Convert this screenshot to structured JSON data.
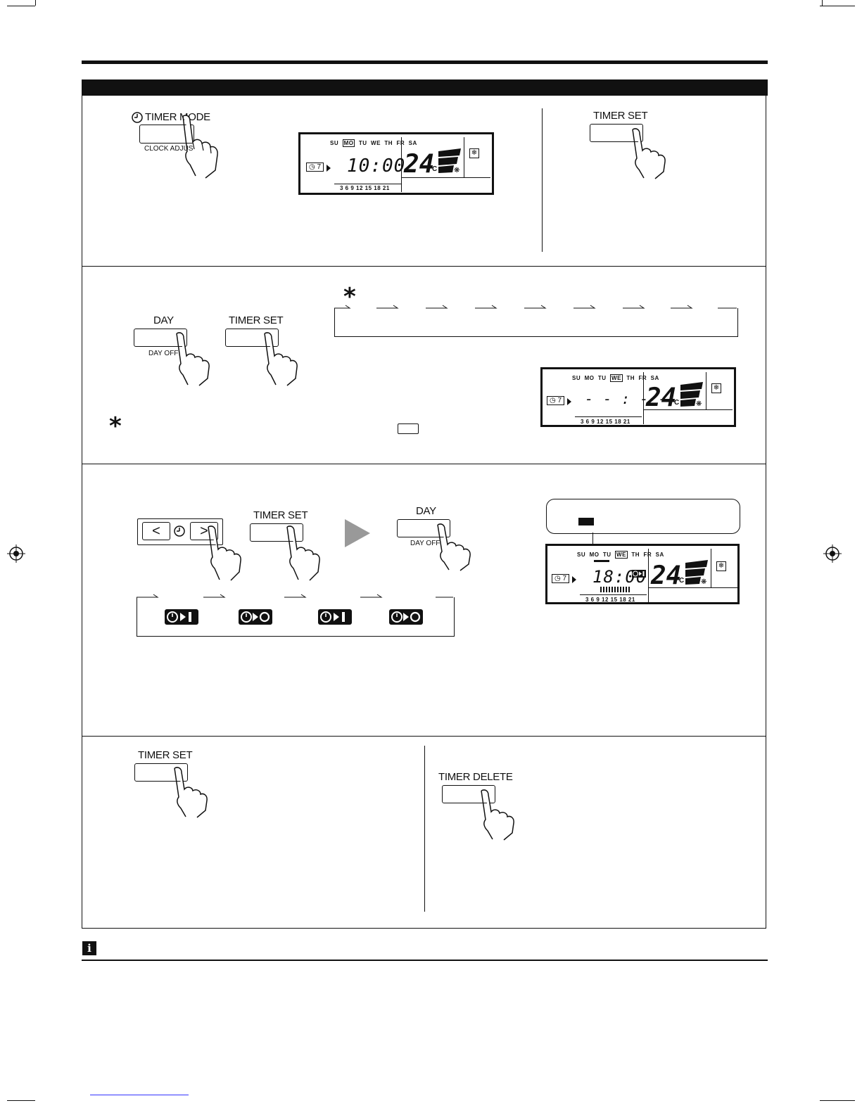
{
  "buttons": {
    "timer_mode": "TIMER MODE",
    "clock_adjust": "CLOCK ADJUS",
    "timer_set": "TIMER SET",
    "day": "DAY",
    "day_off": "DAY OFF",
    "timer_delete": "TIMER DELETE"
  },
  "lcd1": {
    "days": [
      "SU",
      "MO",
      "TU",
      "WE",
      "TH",
      "FR",
      "SA"
    ],
    "selected_day": "MO",
    "timer_mode": "7",
    "time": "10:00",
    "temp": "24",
    "unit": "°C",
    "scale": "3 6 9 12 15 18 21"
  },
  "lcd2": {
    "days": [
      "SU",
      "MO",
      "TU",
      "WE",
      "TH",
      "FR",
      "SA"
    ],
    "selected_day": "WE",
    "timer_mode": "7",
    "time": "- - : - -",
    "temp": "24",
    "unit": "°C",
    "scale": "3 6 9 12 15 18 21"
  },
  "lcd3": {
    "days": [
      "SU",
      "MO",
      "TU",
      "WE",
      "TH",
      "FR",
      "SA"
    ],
    "selected_day": "WE",
    "timer_mode": "7",
    "time": "18:00",
    "temp": "24",
    "unit": "°C",
    "scale": "3 6 9 12 15 18 21"
  },
  "note_marks": {
    "asterisk": "*"
  },
  "icons": {
    "clock": "clock-icon",
    "left_arrow": "<",
    "right_arrow": ">",
    "info": "i"
  }
}
